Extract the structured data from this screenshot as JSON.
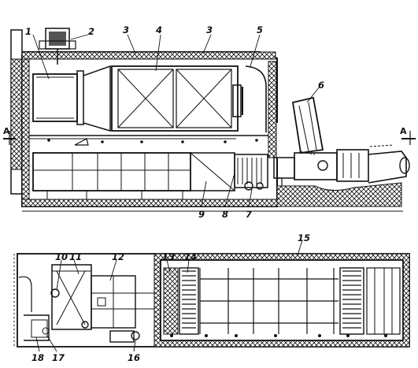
{
  "figure": {
    "top_view_labels": {
      "l1": "1",
      "l2": "2",
      "l3a": "3",
      "l4": "4",
      "l3b": "3",
      "l5": "5",
      "l6": "6",
      "l7": "7",
      "l8": "8",
      "l9": "9"
    },
    "bottom_view_labels": {
      "l10": "10",
      "l11": "11",
      "l12": "12",
      "l13": "13",
      "l14": "14",
      "l15": "15",
      "l16": "16",
      "l17": "17",
      "l18": "18"
    },
    "section_marks": {
      "left": "A",
      "right": "A"
    }
  },
  "colors": {
    "ink": "#111111",
    "background": "#ffffff",
    "insulation_fill": "#ffffff"
  }
}
